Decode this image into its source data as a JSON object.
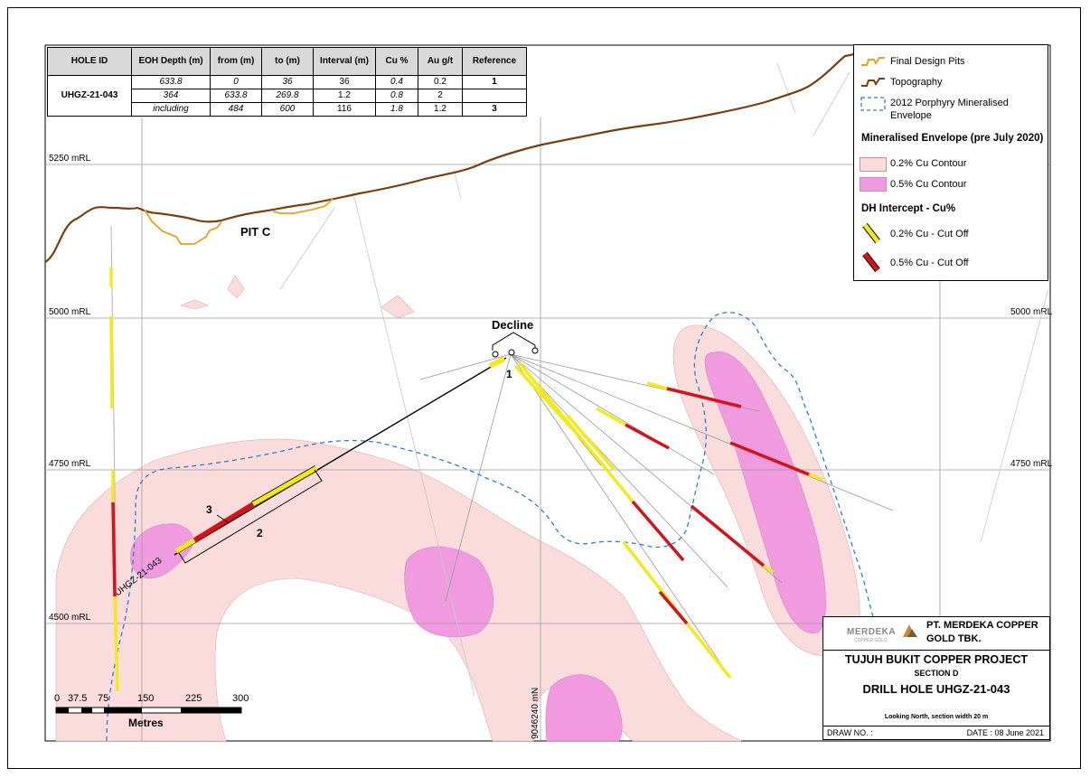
{
  "table": {
    "headers": [
      "HOLE ID",
      "EOH Depth (m)",
      "from (m)",
      "to (m)",
      "Interval (m)",
      "Cu %",
      "Au g/t",
      "Reference"
    ],
    "hole_id": "UHGZ-21-043",
    "rows": [
      {
        "eoh": "633.8",
        "from": "0",
        "to": "36",
        "interval": "36",
        "cu": "0.4",
        "au": "0.2",
        "ref": "1"
      },
      {
        "eoh": "364",
        "from": "633.8",
        "to": "269.8",
        "interval": "1.2",
        "cu": "0.8",
        "au": "2",
        "ref": ""
      },
      {
        "eoh": "including",
        "from": "484",
        "to": "600",
        "interval": "116",
        "cu": "1.8",
        "au": "1.2",
        "ref": "3"
      }
    ]
  },
  "legend": {
    "final_pits": "Final Design Pits",
    "topography": "Topography",
    "envelope_2012_line1": "2012 Porphyry Mineralised",
    "envelope_2012_line2": "Envelope",
    "min_env_header": "Mineralised Envelope (pre July 2020)",
    "contour_02": "0.2% Cu Contour",
    "contour_05": "0.5% Cu Contour",
    "dh_header": "DH Intercept - Cu%",
    "cutoff_02": "0.2% Cu - Cut Off",
    "cutoff_05": "0.5% Cu - Cut Off"
  },
  "section": {
    "rl_5250": "5250 mRL",
    "rl_5000": "5000 mRL",
    "rl_4750": "4750 mRL",
    "rl_4500": "4500 mRL",
    "northing": "9046240 mN",
    "pit_label": "PIT C",
    "decline_label": "Decline",
    "hole_label": "UHGZ-21-043",
    "ref1": "1",
    "ref2": "2",
    "ref3": "3"
  },
  "scale_bar": {
    "ticks": [
      "0",
      "37.5",
      "75",
      "150",
      "225",
      "300"
    ],
    "unit": "Metres"
  },
  "title_block": {
    "company_line1": "PT. MERDEKA COPPER",
    "company_line2": "GOLD TBK.",
    "logo_text": "MERDEKA",
    "logo_sub": "COPPER GOLD",
    "project": "TUJUH BUKIT COPPER PROJECT",
    "section": "SECTION D",
    "drill_hole": "DRILL HOLE UHGZ-21-043",
    "note": "Looking North, section width 20 m",
    "draw_no": "DRAW NO. :",
    "date": "DATE : 08 June 2021"
  },
  "colors": {
    "topography": "#7a3e12",
    "pit": "#e9a21b",
    "envelope_2012": "#2a7fd4",
    "contour_02": "#fbdcdc",
    "contour_05": "#f09ae0",
    "cutoff_02": "#f2ea1a",
    "cutoff_05": "#d4141a"
  }
}
